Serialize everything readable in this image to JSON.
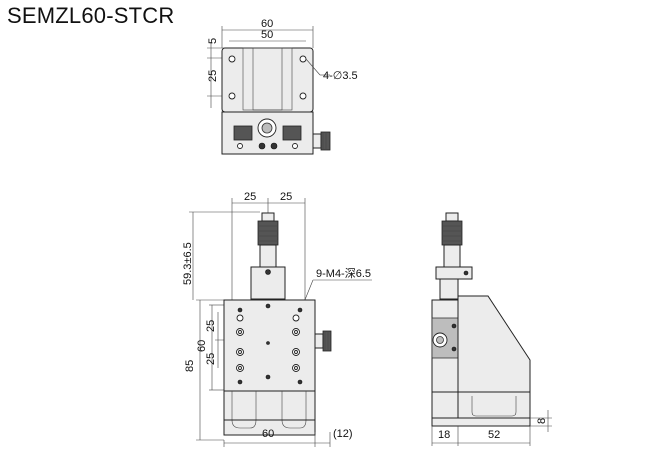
{
  "title": "SEMZL60-STCR",
  "top_view": {
    "dim_60": "60",
    "dim_50": "50",
    "dim_5": "5",
    "dim_25": "25",
    "hole_note": "4-∅3.5"
  },
  "front_view": {
    "dim_25_left": "25",
    "dim_25_right": "25",
    "dim_travel": "59.3±6.5",
    "tap_note": "9-M4-深6.5",
    "dim_25_a": "25",
    "dim_60_v": "60",
    "dim_25_b": "25",
    "dim_85": "85",
    "dim_60_h": "60",
    "dim_12": "(12)"
  },
  "side_view": {
    "dim_18": "18",
    "dim_52": "52",
    "dim_8": "8"
  }
}
